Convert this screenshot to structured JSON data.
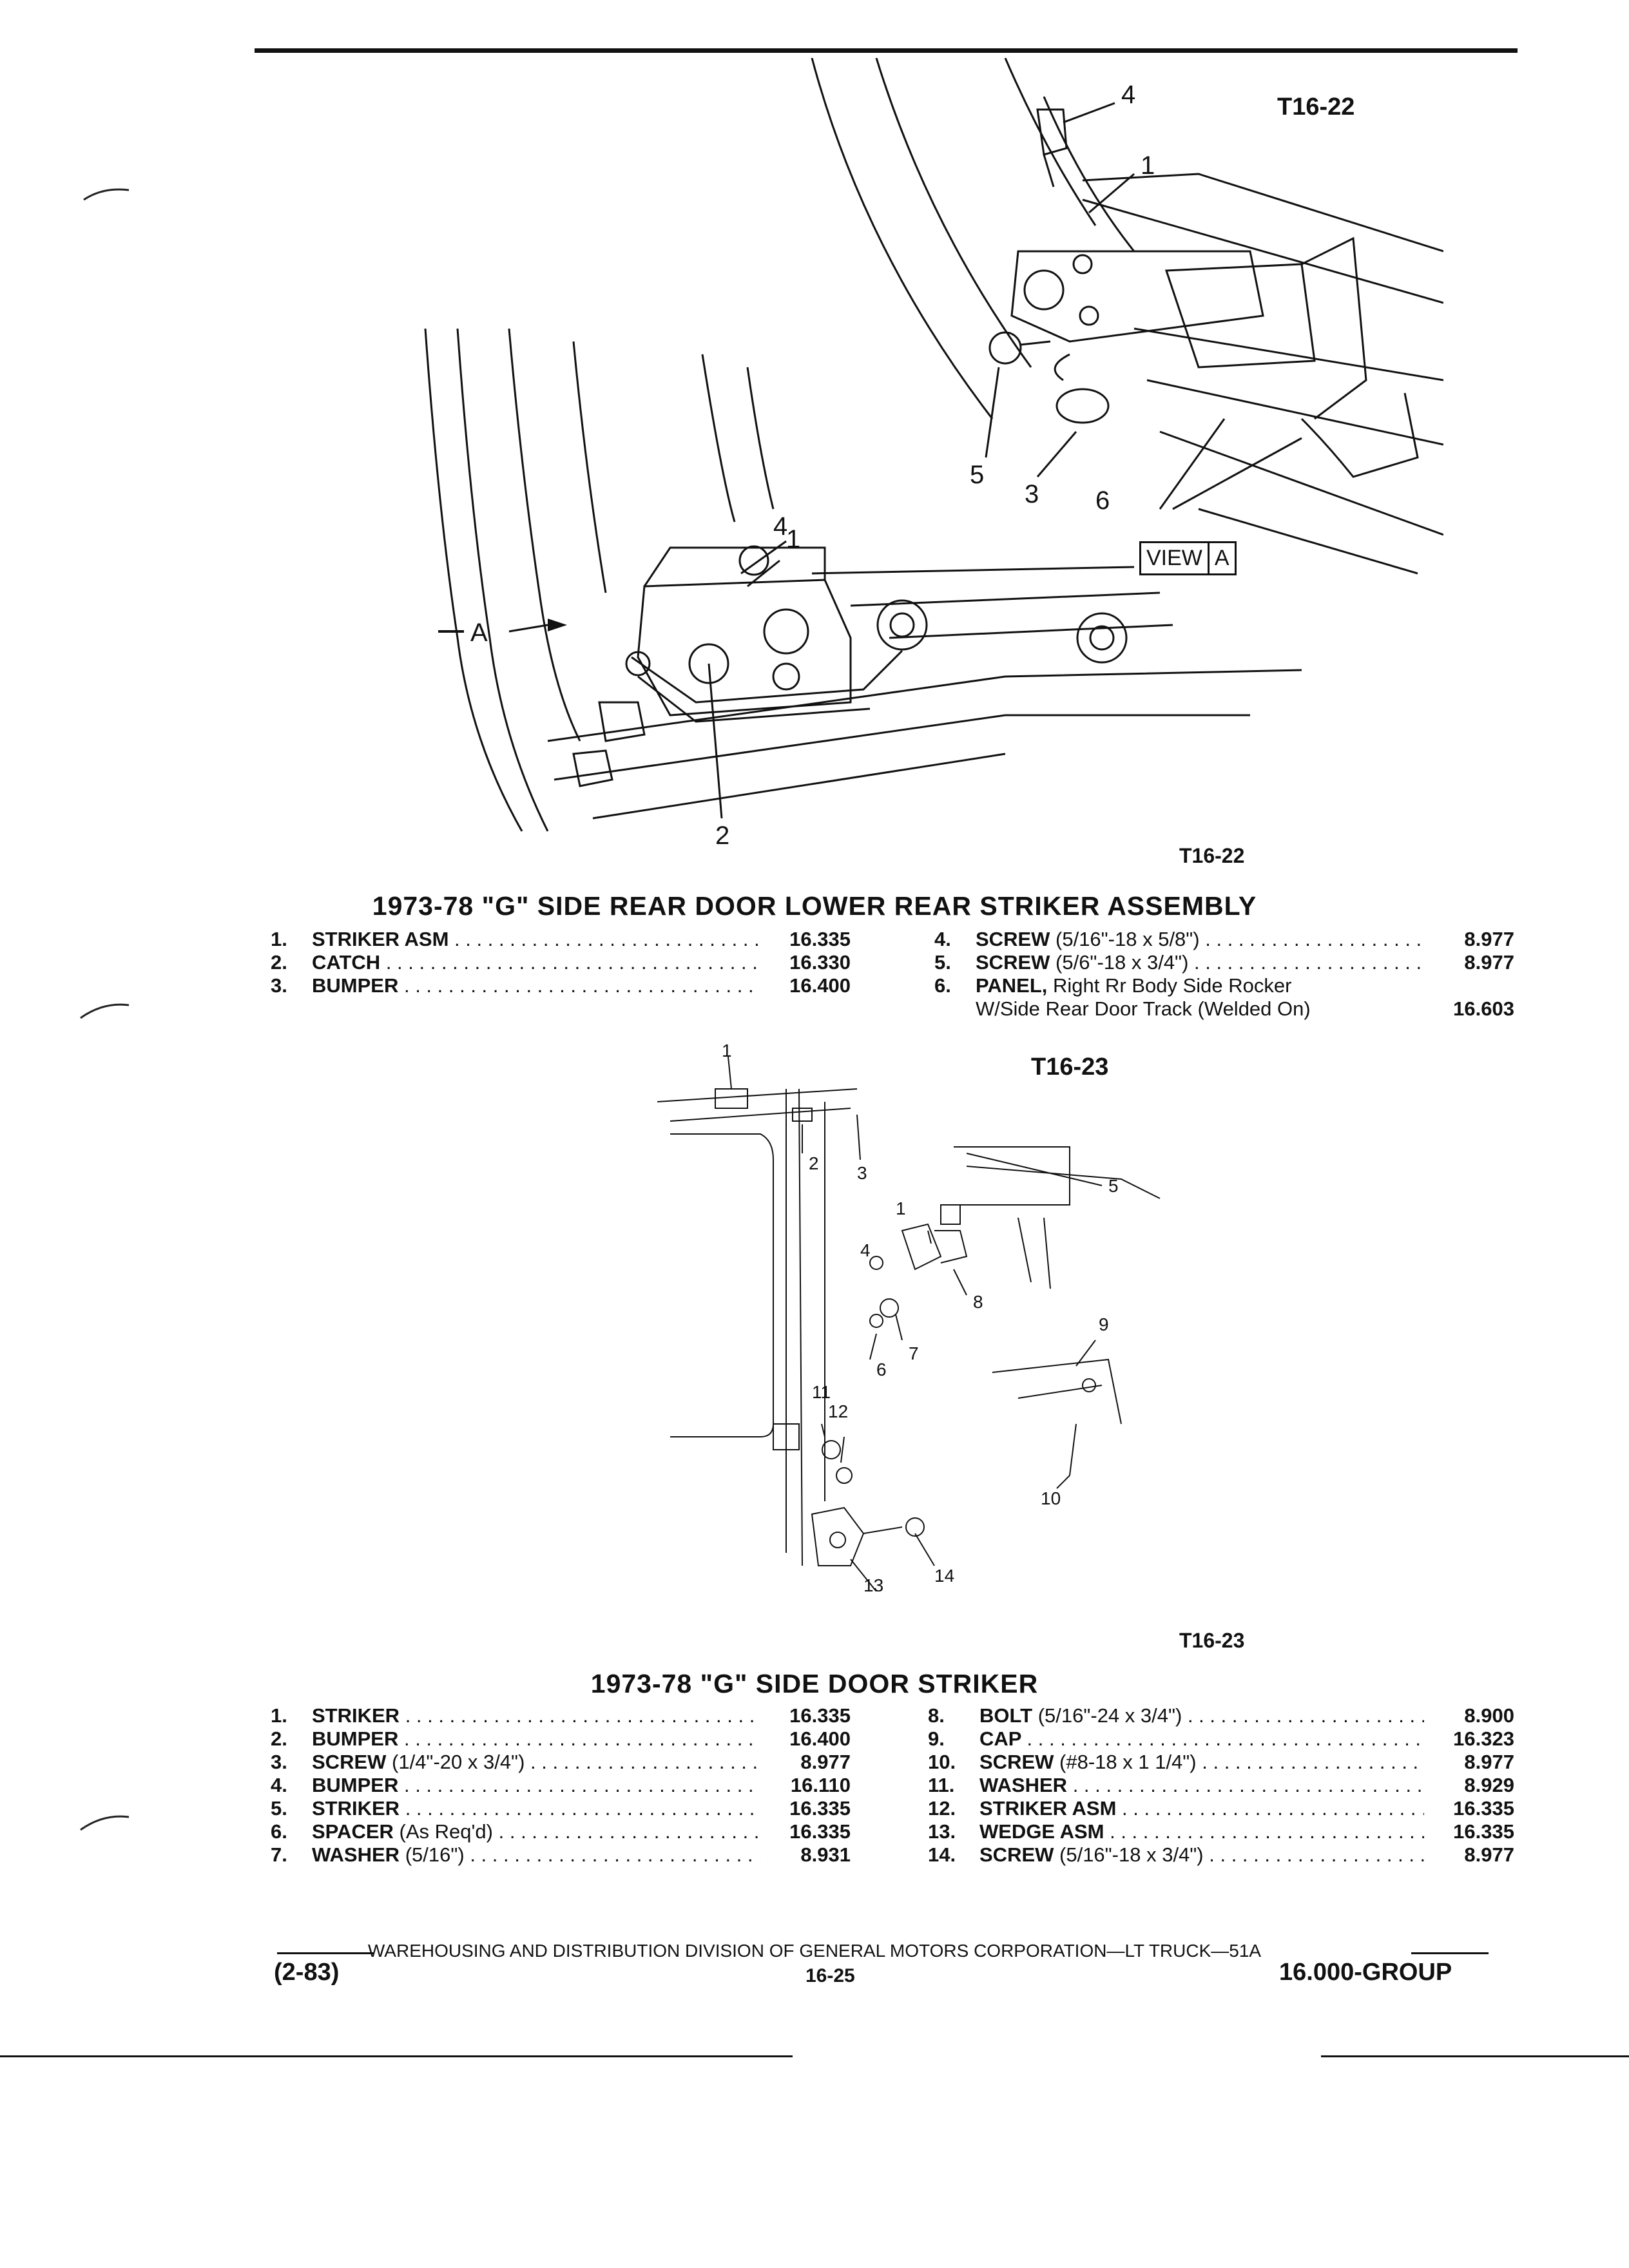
{
  "figure1": {
    "label_top": "T16-22",
    "view_label": "VIEW",
    "view_letter": "A",
    "arrow_letter": "A",
    "caption": "T16-22",
    "callouts": [
      "4",
      "1",
      "5",
      "3",
      "6",
      "4",
      "1",
      "2"
    ]
  },
  "section1": {
    "title": "1973-78 \"G\" SIDE REAR DOOR LOWER REAR STRIKER ASSEMBLY",
    "left_items": [
      {
        "num": "1.",
        "name": "STRIKER ASM",
        "desc": "",
        "code": "16.335"
      },
      {
        "num": "2.",
        "name": "CATCH",
        "desc": "",
        "code": "16.330"
      },
      {
        "num": "3.",
        "name": "BUMPER",
        "desc": "",
        "code": "16.400"
      }
    ],
    "right_items": [
      {
        "num": "4.",
        "name": "SCREW",
        "desc": "(5/16\"-18 x 5/8\")",
        "code": "8.977"
      },
      {
        "num": "5.",
        "name": "SCREW",
        "desc": "(5/6\"-18 x 3/4\")",
        "code": "8.977"
      },
      {
        "num": "6.",
        "name": "PANEL,",
        "desc": "Right Rr Body Side Rocker",
        "code": ""
      }
    ],
    "continuation": {
      "text": "W/Side Rear Door Track (Welded On)",
      "code": "16.603"
    }
  },
  "figure2": {
    "label_top": "T16-23",
    "caption": "T16-23",
    "callouts": [
      "1",
      "2",
      "3",
      "1",
      "4",
      "5",
      "8",
      "7",
      "6",
      "9",
      "11",
      "12",
      "10",
      "13",
      "14"
    ]
  },
  "section2": {
    "title": "1973-78 \"G\" SIDE DOOR STRIKER",
    "left_items": [
      {
        "num": "1.",
        "name": "STRIKER",
        "desc": "",
        "code": "16.335"
      },
      {
        "num": "2.",
        "name": "BUMPER",
        "desc": "",
        "code": "16.400"
      },
      {
        "num": "3.",
        "name": "SCREW",
        "desc": "(1/4\"-20 x 3/4\")",
        "code": "8.977"
      },
      {
        "num": "4.",
        "name": "BUMPER",
        "desc": "",
        "code": "16.110"
      },
      {
        "num": "5.",
        "name": "STRIKER",
        "desc": "",
        "code": "16.335"
      },
      {
        "num": "6.",
        "name": "SPACER",
        "desc": "(As Req'd)",
        "code": "16.335"
      },
      {
        "num": "7.",
        "name": "WASHER",
        "desc": "(5/16\")",
        "code": "8.931"
      }
    ],
    "right_items": [
      {
        "num": "8.",
        "name": "BOLT",
        "desc": "(5/16\"-24 x 3/4\")",
        "code": "8.900"
      },
      {
        "num": "9.",
        "name": "CAP",
        "desc": "",
        "code": "16.323"
      },
      {
        "num": "10.",
        "name": "SCREW",
        "desc": "(#8-18 x 1 1/4\")",
        "code": "8.977"
      },
      {
        "num": "11.",
        "name": "WASHER",
        "desc": "",
        "code": "8.929"
      },
      {
        "num": "12.",
        "name": "STRIKER ASM",
        "desc": "",
        "code": "16.335"
      },
      {
        "num": "13.",
        "name": "WEDGE ASM",
        "desc": "",
        "code": "16.335"
      },
      {
        "num": "14.",
        "name": "SCREW",
        "desc": "(5/16\"-18 x 3/4\")",
        "code": "8.977"
      }
    ]
  },
  "footer": {
    "division": "WAREHOUSING AND DISTRIBUTION DIVISION OF GENERAL MOTORS CORPORATION—LT TRUCK—51A",
    "date": "(2-83)",
    "page": "16-25",
    "group": "16.000-GROUP"
  }
}
